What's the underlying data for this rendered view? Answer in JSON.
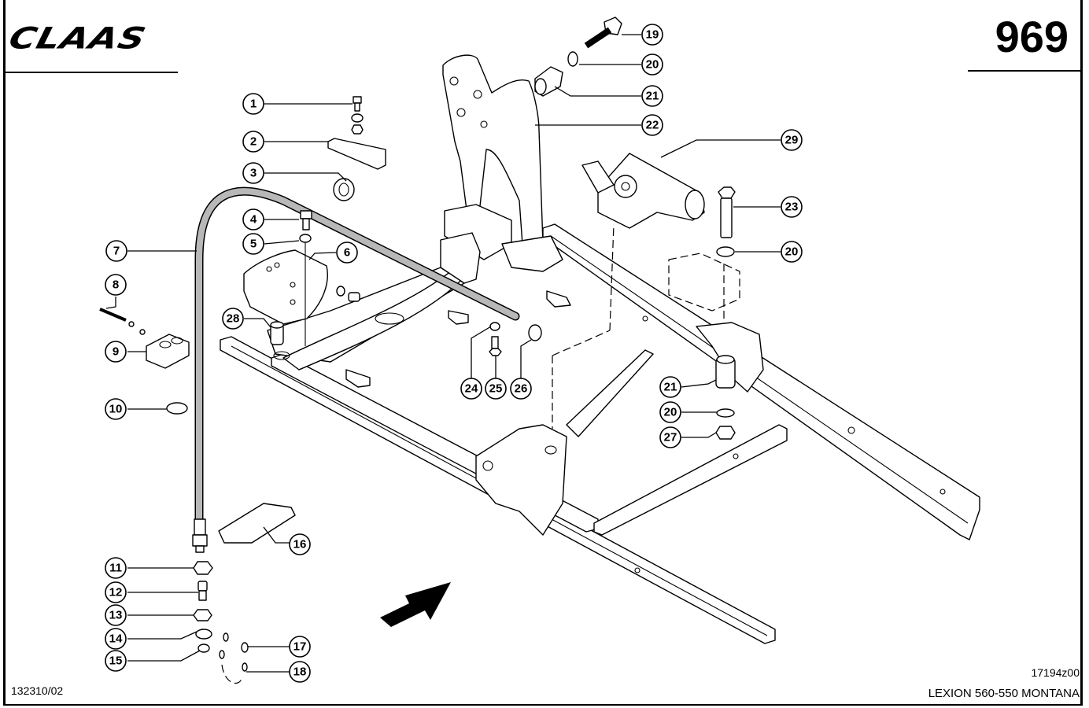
{
  "header": {
    "brand_logo": "CLAAS",
    "page_number": "969"
  },
  "footer": {
    "catalog_code": "132310/02",
    "drawing_code": "17194z00",
    "model_name": "LEXION 560-550 MONTANA"
  },
  "callouts": [
    {
      "id": "1",
      "part": "bolt"
    },
    {
      "id": "2",
      "part": "angle-bracket"
    },
    {
      "id": "3",
      "part": "hose-clamp-clip"
    },
    {
      "id": "4",
      "part": "bolt"
    },
    {
      "id": "5",
      "part": "washer"
    },
    {
      "id": "6",
      "part": "mounting-bracket"
    },
    {
      "id": "7",
      "part": "hydraulic-hose"
    },
    {
      "id": "8",
      "part": "long-bolt"
    },
    {
      "id": "9",
      "part": "clamp-block"
    },
    {
      "id": "10",
      "part": "hose-clamp"
    },
    {
      "id": "11",
      "part": "hex-nut"
    },
    {
      "id": "12",
      "part": "fitting"
    },
    {
      "id": "13",
      "part": "hex-nut"
    },
    {
      "id": "14",
      "part": "seal-ring"
    },
    {
      "id": "15",
      "part": "o-ring"
    },
    {
      "id": "16",
      "part": "spiral-guard"
    },
    {
      "id": "17",
      "part": "o-ring"
    },
    {
      "id": "18",
      "part": "o-ring-set"
    },
    {
      "id": "19",
      "part": "bolt"
    },
    {
      "id": "20",
      "part": "washer"
    },
    {
      "id": "21",
      "part": "bushing"
    },
    {
      "id": "22",
      "part": "support-post"
    },
    {
      "id": "23",
      "part": "bolt"
    },
    {
      "id": "24",
      "part": "washer"
    },
    {
      "id": "25",
      "part": "bolt"
    },
    {
      "id": "26",
      "part": "hose-clamp"
    },
    {
      "id": "27",
      "part": "hex-nut"
    },
    {
      "id": "28",
      "part": "spacer-sleeve"
    },
    {
      "id": "29",
      "part": "hydraulic-cylinder-mount"
    }
  ],
  "direction_arrow": "travel-direction"
}
